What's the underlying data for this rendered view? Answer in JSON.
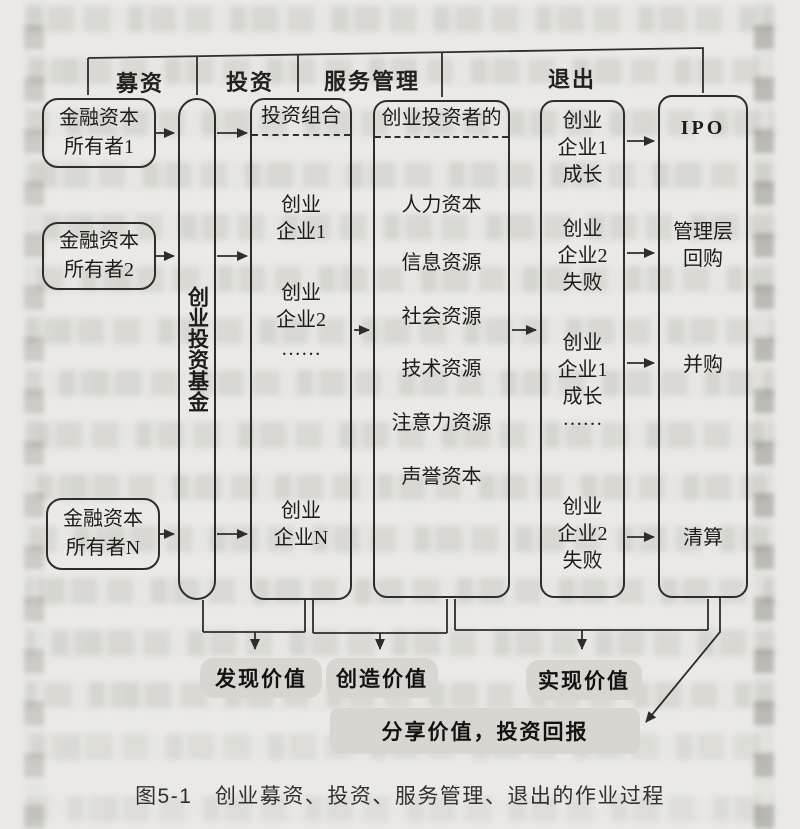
{
  "page": {
    "caption": "图5-1　创业募资、投资、服务管理、退出的作业过程"
  },
  "phases": [
    {
      "label": "募资"
    },
    {
      "label": "投资"
    },
    {
      "label": "服务管理"
    },
    {
      "label": "退出"
    }
  ],
  "owners": [
    {
      "l1": "金融资本",
      "l2": "所有者1"
    },
    {
      "l1": "金融资本",
      "l2": "所有者2"
    },
    {
      "l1": "金融资本",
      "l2": "所有者N"
    }
  ],
  "fund": {
    "label": "创业投资基金"
  },
  "portfolio": {
    "title": "投资组合",
    "items": [
      {
        "l1": "创业",
        "l2": "企业1"
      },
      {
        "l1": "创业",
        "l2": "企业2"
      },
      {
        "l1": "……"
      },
      {
        "l1": "创业",
        "l2": "企业N"
      }
    ]
  },
  "resources": {
    "title": "创业投资者的",
    "items": [
      {
        "label": "人力资本"
      },
      {
        "label": "信息资源"
      },
      {
        "label": "社会资源"
      },
      {
        "label": "技术资源"
      },
      {
        "label": "注意力资源"
      },
      {
        "label": "声誉资本"
      }
    ]
  },
  "ventures": {
    "items": [
      {
        "l1": "创业",
        "l2": "企业1",
        "l3": "成长"
      },
      {
        "l1": "创业",
        "l2": "企业2",
        "l3": "失败"
      },
      {
        "l1": "创业",
        "l2": "企业1",
        "l3": "成长"
      },
      {
        "l1": "……"
      },
      {
        "l1": "创业",
        "l2": "企业2",
        "l3": "失败"
      }
    ]
  },
  "exits": {
    "items": [
      {
        "l1": "IPO"
      },
      {
        "l1": "管理层",
        "l2": "回购"
      },
      {
        "l1": "并购"
      },
      {
        "l1": "清算"
      }
    ]
  },
  "values": {
    "discover": "发现价值",
    "create": "创造价值",
    "realize": "实现价值",
    "share": "分享价值，投资回报"
  },
  "colors": {
    "ink": "#2f2d2a",
    "paper": "#eae9e5",
    "highlight": "#d8d6d0"
  }
}
